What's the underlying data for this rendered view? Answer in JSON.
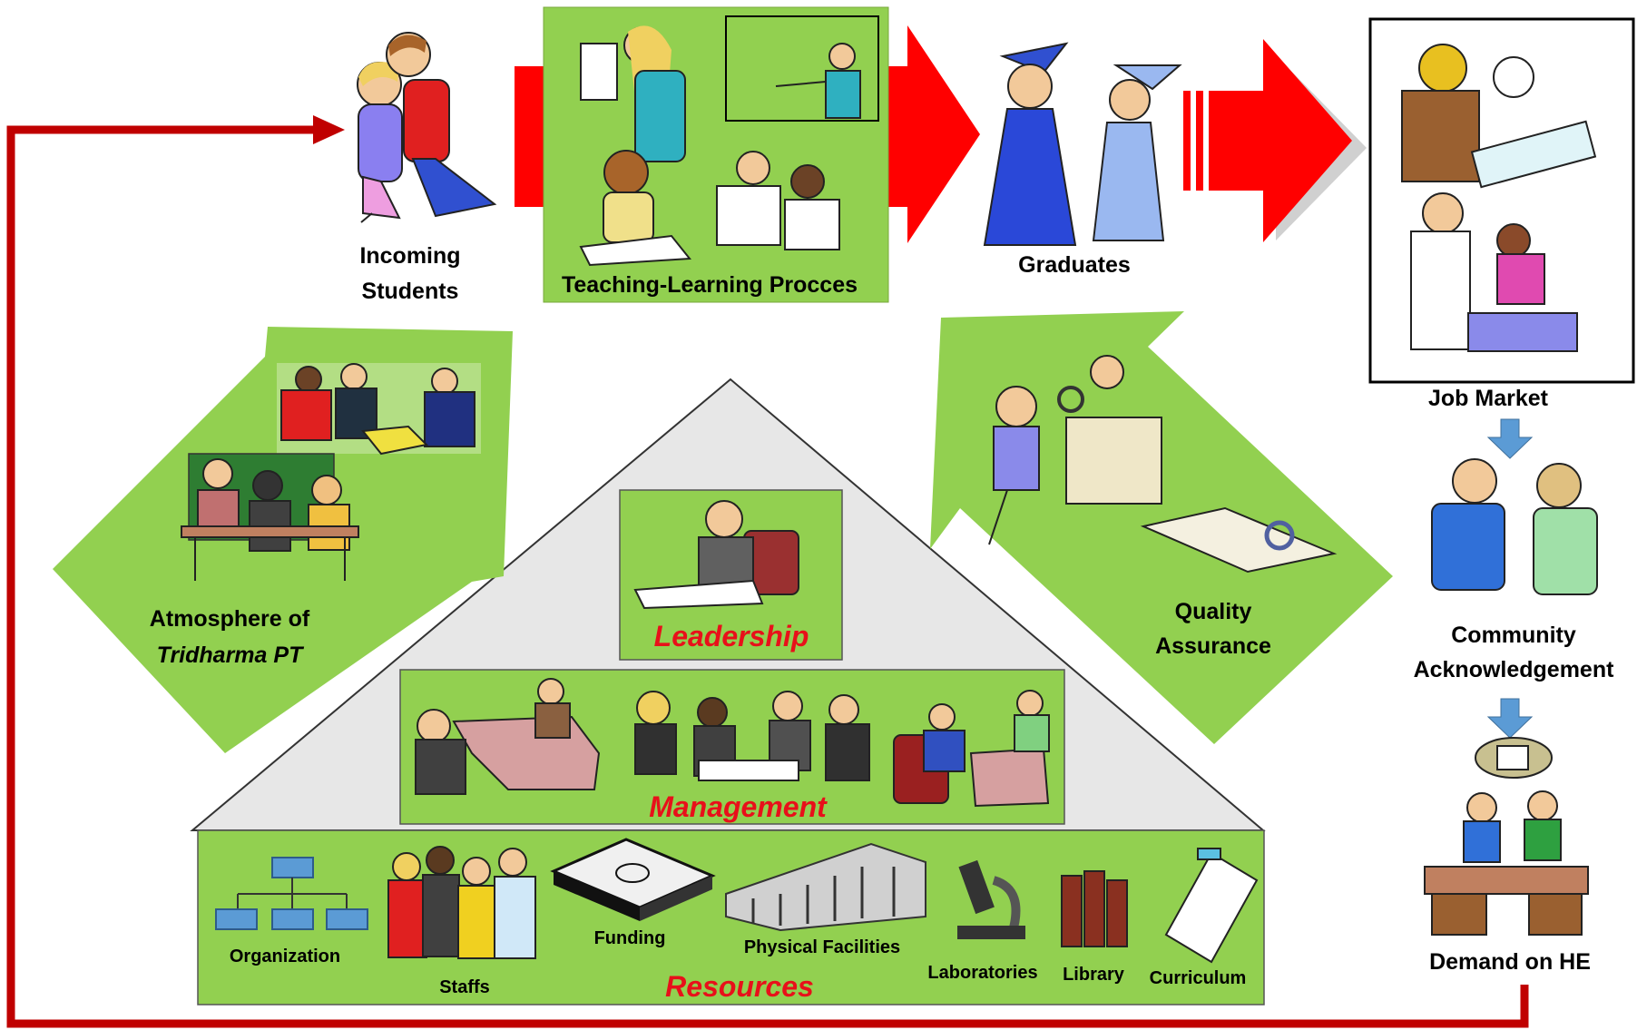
{
  "flow": {
    "incoming_line1": "Incoming",
    "incoming_line2": "Students",
    "teaching_learning": "Teaching-Learning Procces",
    "graduates": "Graduates",
    "job_market": "Job Market",
    "community_line1": "Community",
    "community_line2": "Acknowledgement",
    "demand": "Demand on HE"
  },
  "side_arrows": {
    "atmosphere_line1": "Atmosphere of",
    "atmosphere_line2": "Tridharma PT",
    "quality_line1": "Quality",
    "quality_line2": "Assurance"
  },
  "pyramid": {
    "leadership": "Leadership",
    "management": "Management",
    "resources": "Resources",
    "resource_items": {
      "organization": "Organization",
      "staffs": "Staffs",
      "funding": "Funding",
      "physical_facilities": "Physical Facilities",
      "laboratories": "Laboratories",
      "library": "Library",
      "curriculum": "Curriculum"
    }
  },
  "colors": {
    "green_panel": "#92d050",
    "flow_arrow_red": "#ff0000",
    "feedback_line": "#c00000",
    "down_arrow_blue": "#5b9bd5",
    "pyramid_gray": "#e7e7e7",
    "emphasis_text_red": "#e8101a"
  }
}
